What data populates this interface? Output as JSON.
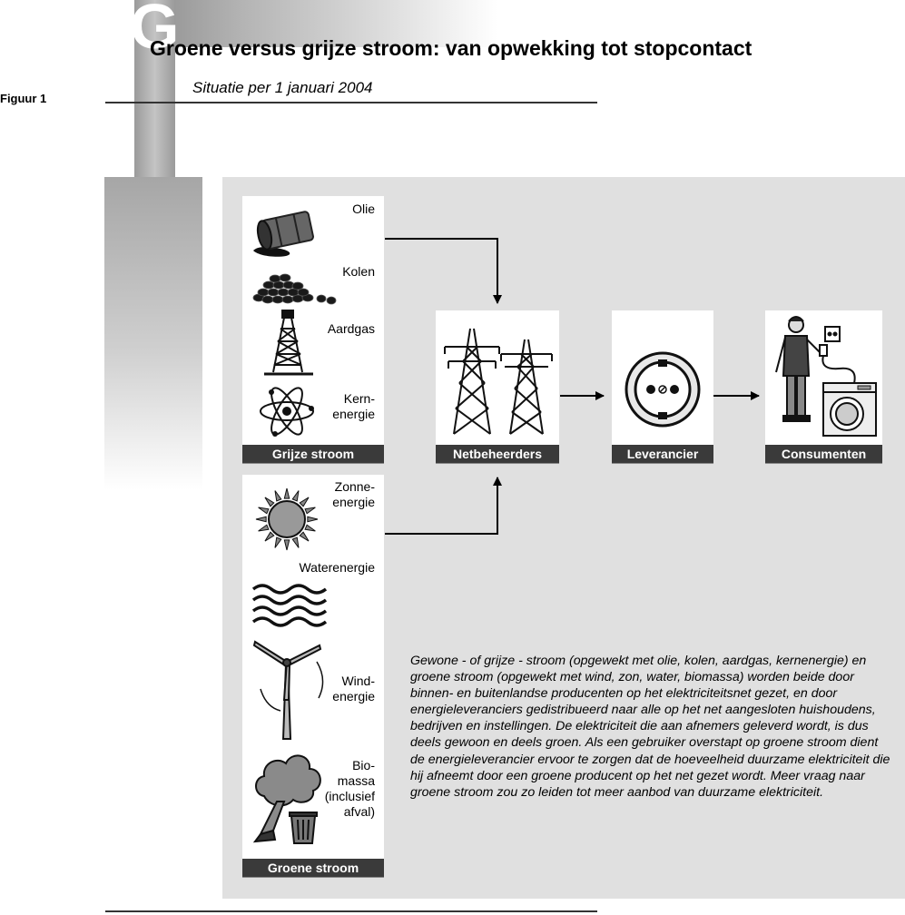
{
  "header": {
    "letter": "G",
    "title": "Groene versus grijze stroom: van opwekking tot stopcontact",
    "subtitle": "Situatie per 1 januari 2004",
    "figure_label": "Figuur 1"
  },
  "grey_sources": {
    "heading": "Grijze stroom",
    "items": [
      {
        "label": "Olie",
        "icon": "oil-barrel-icon"
      },
      {
        "label": "Kolen",
        "icon": "coal-pile-icon"
      },
      {
        "label": "Aardgas",
        "icon": "gas-derrick-icon"
      },
      {
        "label_line1": "Kern-",
        "label_line2": "energie",
        "icon": "atom-icon"
      }
    ]
  },
  "green_sources": {
    "heading": "Groene stroom",
    "items": [
      {
        "label_line1": "Zonne-",
        "label_line2": "energie",
        "icon": "sun-icon"
      },
      {
        "label": "Waterenergie",
        "icon": "water-waves-icon"
      },
      {
        "label_line1": "Wind-",
        "label_line2": "energie",
        "icon": "wind-turbine-icon"
      },
      {
        "label_line1": "Bio-",
        "label_line2": "massa",
        "label_line3": "(inclusief",
        "label_line4": "afval)",
        "icon": "tree-and-bin-icon"
      }
    ]
  },
  "chain": [
    {
      "label": "Netbeheerders",
      "icon": "power-pylons-icon"
    },
    {
      "label": "Leverancier",
      "icon": "wall-socket-icon"
    },
    {
      "label": "Consumenten",
      "icon": "person-washing-machine-icon"
    }
  ],
  "description": "Gewone - of grijze - stroom (opgewekt met olie, kolen, aardgas, kernenergie) en groene stroom (opgewekt met wind, zon, water, biomassa) worden beide door binnen- en buitenlandse producenten op het elektriciteitsnet gezet, en door energieleveranciers gedistribueerd naar alle op het net aangesloten huishoudens, bedrijven en instellingen. De elektriciteit die aan afnemers geleverd wordt, is dus deels gewoon en deels groen. Als een gebruiker overstapt op groene stroom dient de energieleverancier ervoor te zorgen dat de hoeveelheid duurzame elektriciteit die hij afneemt door een groene producent op het net gezet wordt. Meer vraag naar groene stroom zou zo leiden tot meer aanbod van duurzame elektriciteit.",
  "colors": {
    "panel": "#e0e0e0",
    "label_bar": "#3a3a3a",
    "accent_gray": "#9a9a9a"
  }
}
